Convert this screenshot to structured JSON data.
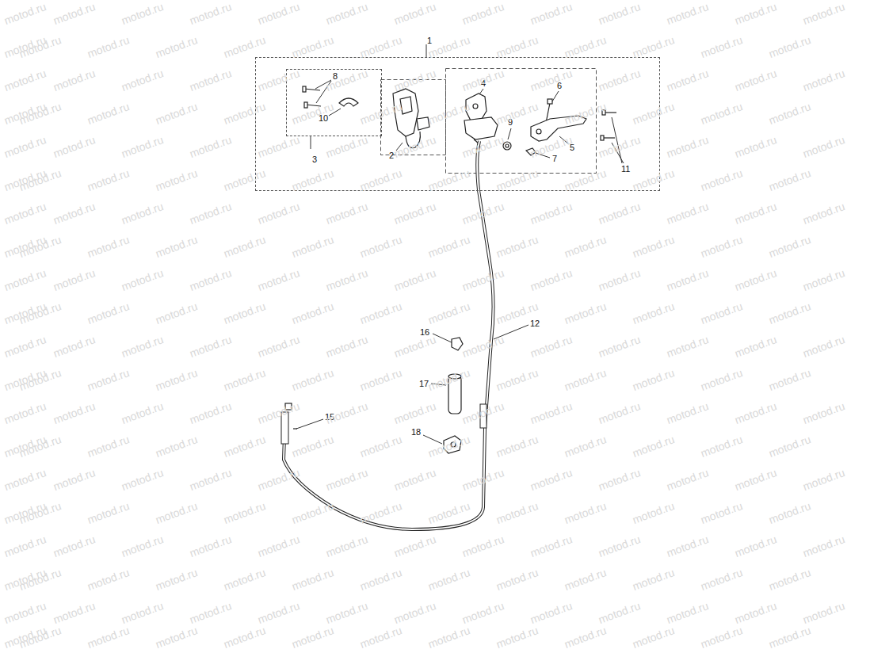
{
  "diagram": {
    "nodes": [
      {
        "text": [
          "1"
        ]
      },
      {
        "text": [
          "3"
        ],
        "in": 0
      }
    ],
    "labels": [
      "8",
      "10",
      "2",
      "4",
      "6",
      "9",
      "5",
      "7",
      "11",
      "12",
      "16",
      "17",
      "15",
      "18",
      "motod.ru",
      "motod.ru",
      "motod.ru",
      "motod.ru",
      "motod.ru",
      "motod.ru",
      "motod.ru",
      "motod.ru",
      "motod.ru",
      "motod.ru",
      "motod.ru",
      "motod.ru",
      "motod.ru",
      "motod.ru",
      "motod.ru",
      "motod.ru",
      "motod.ru",
      "motod.ru",
      "motod.ru",
      "motod.ru",
      "motod.ru",
      "motod.ru",
      "motod.ru",
      "motod.ru",
      "motod.ru",
      "motod.ru",
      "motod.ru",
      "motod.ru",
      "motod.ru",
      "motod.ru",
      "motod.ru",
      "motod.ru",
      "motod.ru",
      "motod.ru",
      "motod.ru",
      "motod.ru",
      "motod.ru",
      "motod.ru",
      "motod.ru",
      "motod.ru",
      "motod.ru",
      "motod.ru",
      "motod.ru",
      "motod.ru",
      "motod.ru",
      "motod.ru",
      "motod.ru",
      "motod.ru",
      "motod.ru",
      "motod.ru",
      "motod.ru",
      "motod.ru",
      "motod.ru",
      "motod.ru",
      "motod.ru",
      "motod.ru",
      "motod.ru",
      "motod.ru",
      "motod.ru",
      "motod.ru",
      "motod.ru",
      "motod.ru",
      "motod.ru",
      "motod.ru",
      "motod.ru",
      "motod.ru",
      "motod.ru",
      "motod.ru",
      "motod.ru",
      "motod.ru",
      "motod.ru",
      "motod.ru",
      "motod.ru",
      "motod.ru",
      "motod.ru",
      "motod.ru",
      "motod.ru",
      "motod.ru",
      "motod.ru",
      "motod.ru",
      "motod.ru",
      "motod.ru",
      "motod.ru",
      "motod.ru",
      "motod.ru",
      "motod.ru",
      "motod.ru",
      "motod.ru",
      "motod.ru",
      "motod.ru",
      "motod.ru",
      "motod.ru",
      "motod.ru",
      "motod.ru",
      "motod.ru",
      "motod.ru",
      "motod.ru",
      "motod.ru",
      "motod.ru",
      "motod.ru",
      "motod.ru",
      "motod.ru",
      "motod.ru",
      "motod.ru",
      "motod.ru",
      "motod.ru",
      "motod.ru",
      "motod.ru",
      "motod.ru",
      "motod.ru",
      "motod.ru",
      "motod.ru",
      "motod.ru",
      "motod.ru",
      "motod.ru",
      "motod.ru",
      "motod.ru",
      "motod.ru",
      "motod.ru",
      "motod.ru",
      "motod.ru",
      "motod.ru",
      "motod.ru",
      "motod.ru",
      "motod.ru",
      "motod.ru",
      "motod.ru",
      "motod.ru",
      "motod.ru",
      "motod.ru",
      "motod.ru",
      "motod.ru",
      "motod.ru",
      "motod.ru",
      "motod.ru",
      "motod.ru",
      "motod.ru",
      "motod.ru",
      "motod.ru",
      "motod.ru",
      "motod.ru",
      "motod.ru",
      "motod.ru",
      "motod.ru",
      "motod.ru",
      "motod.ru",
      "motod.ru",
      "motod.ru",
      "motod.ru",
      "motod.ru",
      "motod.ru",
      "motod.ru",
      "motod.ru",
      "motod.ru",
      "motod.ru",
      "motod.ru",
      "motod.ru",
      "motod.ru",
      "motod.ru",
      "motod.ru",
      "motod.ru",
      "motod.ru",
      "motod.ru",
      "motod.ru",
      "motod.ru",
      "motod.ru",
      "motod.ru",
      "motod.ru",
      "motod.ru",
      "motod.ru",
      "motod.ru",
      "motod.ru",
      "motod.ru",
      "motod.ru",
      "motod.ru",
      "motod.ru",
      "motod.ru",
      "motod.ru",
      "motod.ru",
      "motod.ru",
      "motod.ru",
      "motod.ru",
      "motod.ru",
      "motod.ru",
      "motod.ru",
      "motod.ru",
      "motod.ru",
      "motod.ru",
      "motod.ru",
      "motod.ru",
      "motod.ru",
      "motod.ru",
      "motod.ru",
      "motod.ru",
      "motod.ru",
      "motod.ru",
      "motod.ru",
      "motod.ru",
      "motod.ru",
      "motod.ru",
      "motod.ru",
      "motod.ru",
      "motod.ru",
      "motod.ru",
      "motod.ru",
      "motod.ru",
      "motod.ru",
      "motod.ru",
      "motod.ru",
      "motod.ru",
      "motod.ru",
      "motod.ru",
      "motod.ru",
      "motod.ru",
      "motod.ru",
      "motod.ru",
      "motod.ru",
      "motod.ru",
      "motod.ru",
      "motod.ru",
      "motod.ru",
      "motod.ru",
      "motod.ru",
      "motod.ru",
      "motod.ru",
      "motod.ru",
      "motod.ru",
      "motod.ru",
      "motod.ru",
      "motod.ru",
      "motod.ru",
      "motod.ru",
      "motod.ru",
      "motod.ru",
      "motod.ru",
      "motod.ru",
      "motod.ru",
      "motod.ru",
      "motod.ru",
      "motod.ru",
      "motod.ru",
      "motod.ru",
      "motod.ru",
      "motod.ru",
      "motod.ru",
      "motod.ru",
      "motod.ru",
      "motod.ru",
      "motod.ru",
      "motod.ru",
      "motod.ru",
      "motod.ru",
      "motod.ru",
      "motod.ru",
      "motod.ru",
      "motod.ru",
      "motod.ru",
      "motod.ru",
      "motod.ru",
      "motod.ru"
    ]
  }
}
